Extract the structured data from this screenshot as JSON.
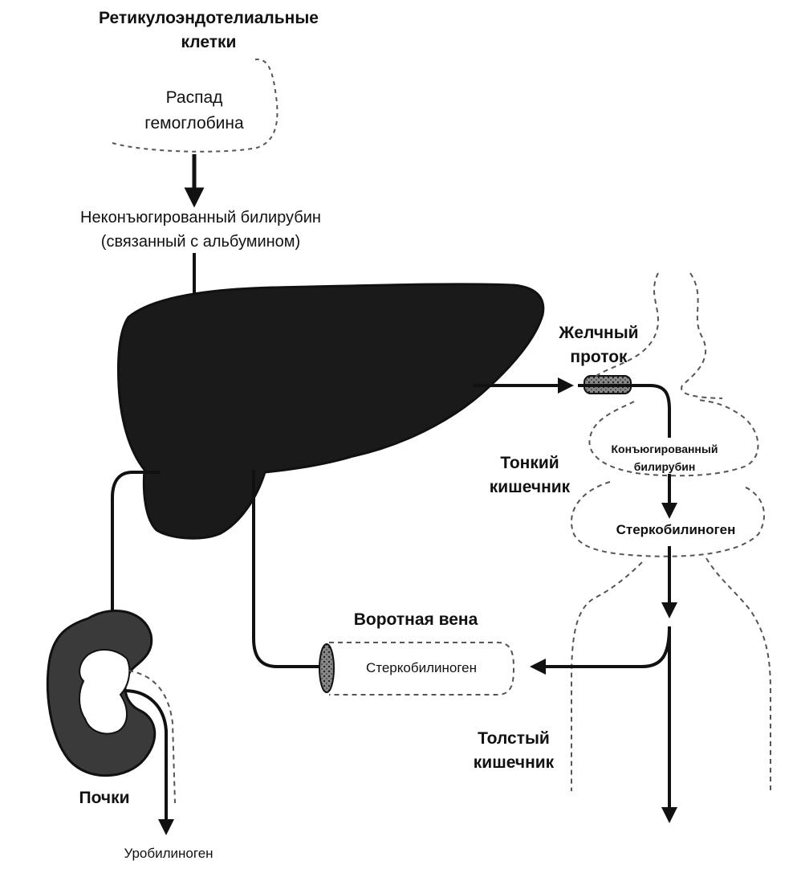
{
  "labels": {
    "re_cells": "Ретикулоэндотелиальные\nклетки",
    "hb_breakdown": "Распад\nгемоглобина",
    "unconjugated": "Неконъюгированный билирубин\n(связанный с альбумином)",
    "bile_duct": "Желчный\nпроток",
    "small_intestine": "Тонкий\nкишечник",
    "conjugated": "Конъюгированный\nбилирубин",
    "stercobilinogen_intestine": "Стеркобилиноген",
    "portal_vein": "Воротная вена",
    "stercobilinogen_portal": "Стеркобилиноген",
    "large_intestine": "Толстый\nкишечник",
    "kidneys": "Почки",
    "urobilinogen": "Уробилиноген"
  },
  "colors": {
    "ink": "#111111",
    "organ_fill": "#1a1a1a",
    "kidney_fill": "#3a3a3a",
    "dashed": "#555555"
  }
}
